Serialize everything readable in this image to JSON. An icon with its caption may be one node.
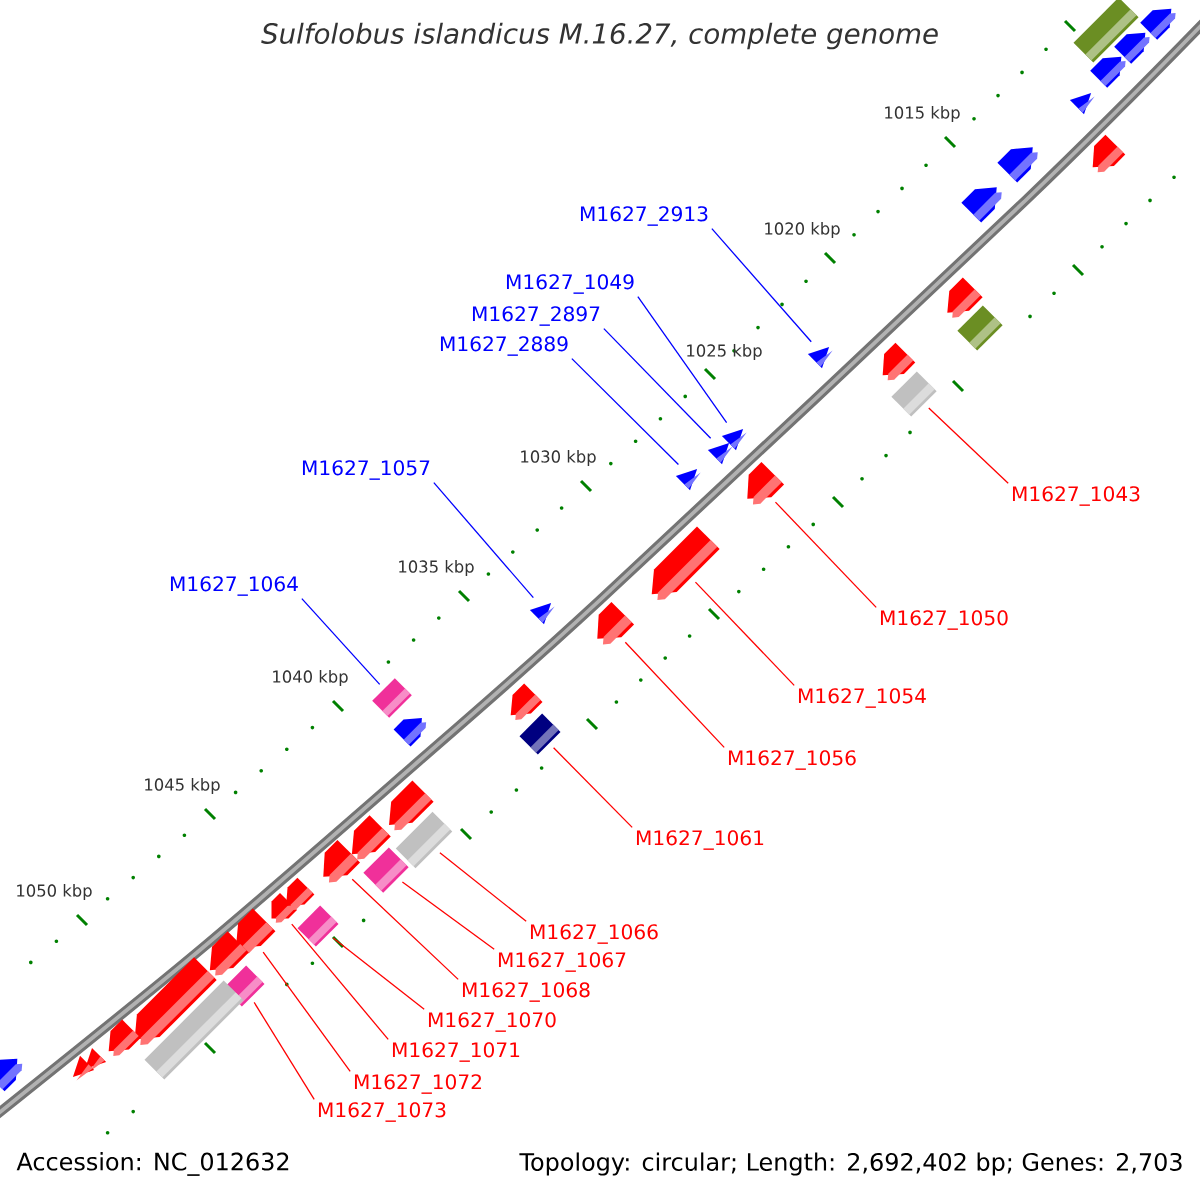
{
  "diagram": {
    "title": "Sulfolobus islandicus M.16.27, complete genome",
    "nodes": [
      {
        "text": [
          "M1627_2913"
        ]
      },
      {
        "text": [],
        "shape": "arrow"
      },
      {
        "text": [
          "M1627_1049"
        ]
      },
      {
        "text": [],
        "shape": "arrow"
      },
      {
        "text": [
          "M1627_2897"
        ]
      },
      {
        "text": [],
        "shape": "arrow"
      },
      {
        "text": [
          "M1627_2889"
        ]
      },
      {
        "text": [],
        "shape": "arrow"
      },
      {
        "text": [
          "M1627_1057"
        ]
      },
      {
        "text": [],
        "shape": "arrow"
      },
      {
        "text": [
          "M1627_1043"
        ]
      },
      {
        "text": [],
        "shape": "diamond"
      },
      {
        "text": [
          "M1627_1064"
        ]
      },
      {
        "text": [],
        "shape": "diamond"
      },
      {
        "text": [
          "M1627_1050"
        ]
      },
      {
        "text": [],
        "shape": "arrow"
      },
      {
        "text": [
          "M1627_1054"
        ]
      },
      {
        "text": [],
        "shape": "arrow"
      },
      {
        "text": [
          "M1627_1056"
        ]
      },
      {
        "text": [],
        "shape": "arrow"
      },
      {
        "text": [
          "M1627_1061"
        ]
      },
      {
        "text": [],
        "shape": "diamond"
      },
      {
        "text": [
          "M1627_1066"
        ]
      },
      {
        "text": [],
        "shape": "box"
      },
      {
        "text": [
          "M1627_1067"
        ]
      },
      {
        "text": [],
        "shape": "diamond"
      },
      {
        "text": [
          "M1627_1068"
        ]
      },
      {
        "text": [],
        "shape": "arrow"
      },
      {
        "text": [
          "M1627_1070"
        ]
      },
      {
        "text": [],
        "shape": "diamond"
      },
      {
        "text": [
          "M1627_1071"
        ]
      },
      {
        "text": [],
        "shape": "arrow"
      },
      {
        "text": [
          "M1627_1072"
        ]
      },
      {
        "text": [],
        "shape": "arrow"
      },
      {
        "text": [
          "M1627_1073"
        ]
      },
      {
        "text": [],
        "shape": "diamond"
      },
      {
        "text": [],
        "shape": "arrow"
      },
      {
        "text": [],
        "shape": "box"
      },
      {
        "text": [],
        "shape": "arrow"
      },
      {
        "text": [],
        "shape": "arrow"
      },
      {
        "text": [],
        "shape": "arrow"
      },
      {
        "text": [],
        "shape": "arrow"
      },
      {
        "text": [],
        "shape": "arrow"
      },
      {
        "text": [],
        "shape": "arrow"
      },
      {
        "text": [],
        "shape": "arrow"
      },
      {
        "text": [],
        "shape": "diamond"
      },
      {
        "text": [],
        "shape": "arrow"
      },
      {
        "text": [],
        "shape": "arrow"
      },
      {
        "text": [],
        "shape": "arrow"
      },
      {
        "text": [],
        "shape": "arrow"
      },
      {
        "text": [],
        "shape": "arrow"
      },
      {
        "text": [],
        "shape": "arrow"
      },
      {
        "text": [],
        "shape": "arrow"
      },
      {
        "text": [],
        "shape": "arrow"
      },
      {
        "text": [],
        "shape": "box"
      },
      {
        "text": [],
        "shape": "arrow"
      },
      {
        "text": [],
        "shape": "arrow"
      },
      {
        "text": [],
        "shape": "arrow"
      },
      {
        "text": [],
        "shape": "arrow"
      }
    ],
    "edges": [
      {
        "from": 0,
        "to": 1,
        "arrow": "none",
        "color": "#0000ff"
      },
      {
        "from": 2,
        "to": 3,
        "arrow": "none",
        "color": "#0000ff"
      },
      {
        "from": 4,
        "to": 5,
        "arrow": "none",
        "color": "#0000ff"
      },
      {
        "from": 6,
        "to": 7,
        "arrow": "none",
        "color": "#0000ff"
      },
      {
        "from": 8,
        "to": 9,
        "arrow": "none",
        "color": "#0000ff"
      },
      {
        "from": 10,
        "to": 11,
        "arrow": "none"
      },
      {
        "from": 12,
        "to": 13,
        "arrow": "none",
        "color": "#0000ff"
      },
      {
        "from": 14,
        "to": 15,
        "arrow": "none"
      },
      {
        "from": 16,
        "to": 17,
        "arrow": "none"
      },
      {
        "from": 18,
        "to": 19,
        "arrow": "none"
      },
      {
        "from": 20,
        "to": 21,
        "arrow": "none"
      },
      {
        "from": 22,
        "to": 23,
        "arrow": "none"
      },
      {
        "from": 24,
        "to": 25,
        "arrow": "none"
      },
      {
        "from": 26,
        "to": 27,
        "arrow": "none"
      },
      {
        "from": 28,
        "to": 29,
        "arrow": "none"
      },
      {
        "from": 30,
        "to": 31,
        "arrow": "none"
      },
      {
        "from": 32,
        "to": 33,
        "arrow": "none"
      },
      {
        "from": 34,
        "to": 35,
        "arrow": "none"
      }
    ],
    "labels": [
      "1015 kbp",
      "1020 kbp",
      "1025 kbp",
      "1030 kbp",
      "1035 kbp",
      "1040 kbp",
      "1045 kbp",
      "1050 kbp",
      "Accession: NC_012632",
      "Topology: circular; Length: 2,692,402 bp; Genes: 2,703"
    ]
  }
}
